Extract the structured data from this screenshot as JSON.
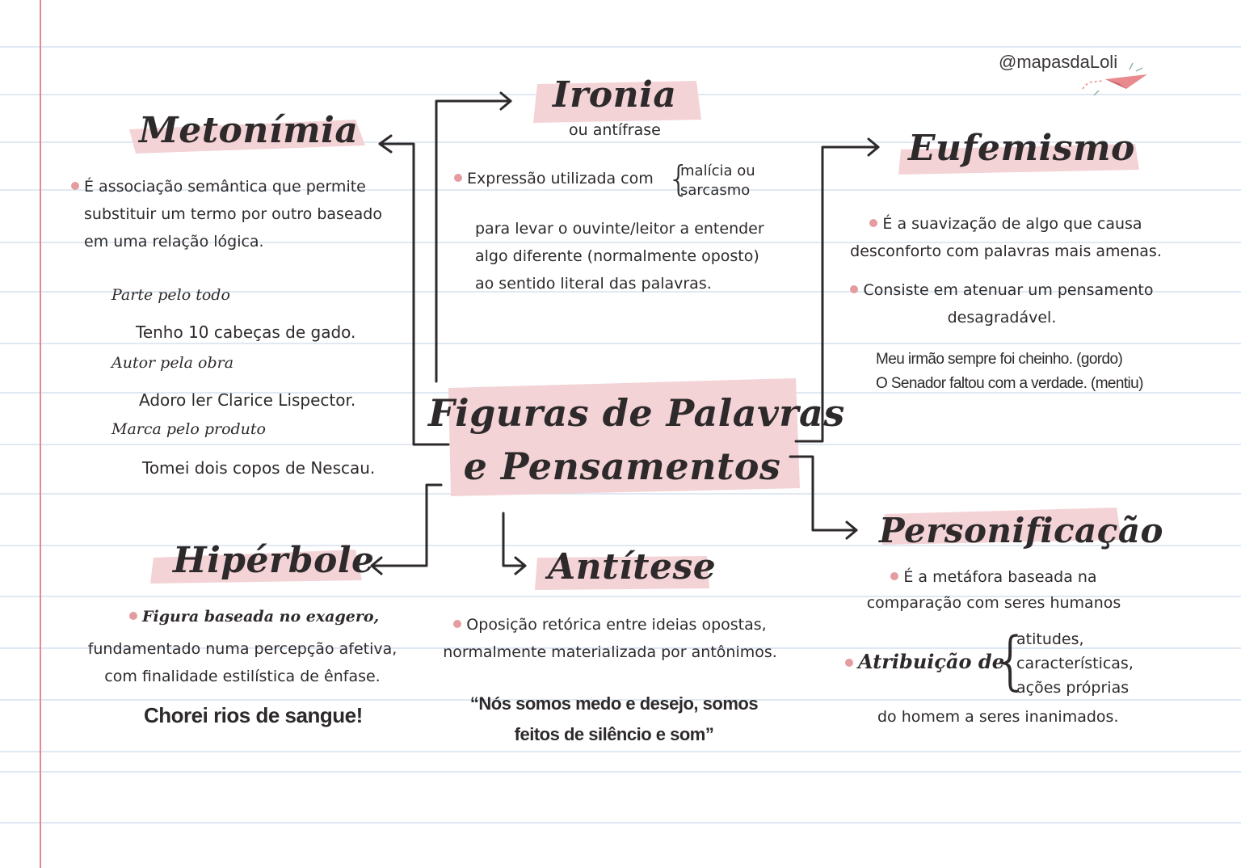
{
  "colors": {
    "accent": "#e49ca0",
    "highlight": "#f3d3d6",
    "ink": "#2e2a2b",
    "margin_line": "#e48a8e",
    "ruled_line": "#d6e1ef"
  },
  "handle": "@mapasdaLoli",
  "center": {
    "line1": "Figuras de Palavras",
    "line2": "e Pensamentos"
  },
  "metonimia": {
    "title": "Metonímia",
    "definition": [
      "É associação semântica que permite",
      "substituir um termo por outro baseado",
      "em uma relação lógica."
    ],
    "examples": [
      {
        "label": "Parte pelo todo",
        "text": "Tenho 10 cabeças de gado."
      },
      {
        "label": "Autor pela obra",
        "text": "Adoro ler Clarice Lispector."
      },
      {
        "label": "Marca pelo produto",
        "text": "Tomei dois copos de Nescau."
      }
    ]
  },
  "ironia": {
    "title": "Ironia",
    "subtitle": "ou antífrase",
    "lead": "Expressão utilizada com",
    "brace_items": [
      "malícia ou",
      "sarcasmo"
    ],
    "text": [
      "para levar o ouvinte/leitor a entender",
      "algo diferente (normalmente oposto)",
      "ao sentido literal das palavras."
    ]
  },
  "eufemismo": {
    "title": "Eufemismo",
    "def1": [
      "É a suavização de algo que causa",
      "desconforto com palavras mais amenas."
    ],
    "def2": [
      "Consiste em atenuar um pensamento",
      "desagradável."
    ],
    "examples": [
      "Meu irmão sempre foi cheinho. (gordo)",
      "O Senador faltou com a verdade. (mentiu)"
    ]
  },
  "hiperbole": {
    "title": "Hipérbole",
    "def_script": "Figura baseada no exagero,",
    "def": [
      "fundamentado numa percepção afetiva,",
      "com finalidade estilística de ênfase."
    ],
    "example": "Chorei rios de sangue!"
  },
  "antitese": {
    "title": "Antítese",
    "def": [
      "Oposição retórica entre ideias opostas,",
      "normalmente materializada por antônimos."
    ],
    "example": [
      "“Nós somos medo e desejo, somos",
      "feitos de silêncio e som”"
    ]
  },
  "personificacao": {
    "title": "Personificação",
    "def": [
      "É a metáfora baseada na",
      "comparação com seres humanos"
    ],
    "attr_label": "Atribuição de",
    "brace_items": [
      "atitudes,",
      "características,",
      "ações próprias"
    ],
    "tail": "do homem a seres inanimados."
  }
}
